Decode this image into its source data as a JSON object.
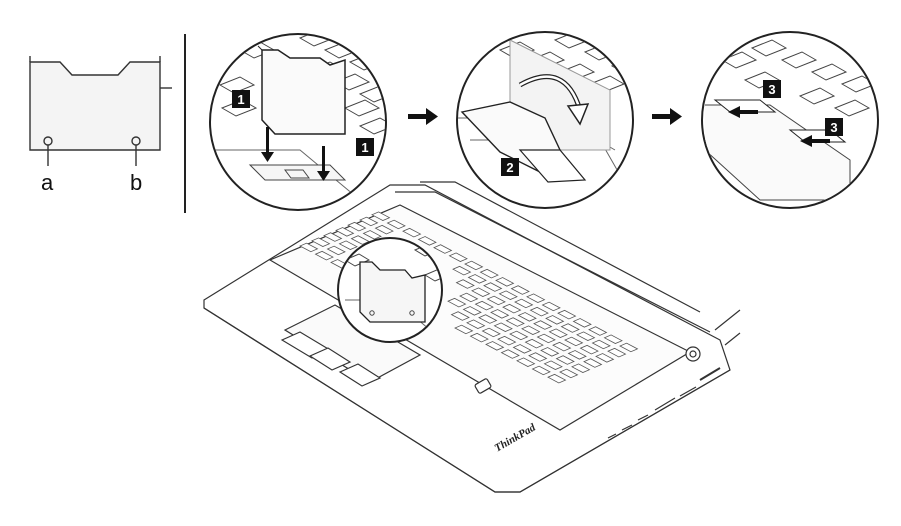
{
  "panel_left": {
    "label_a": "a",
    "label_b": "b"
  },
  "steps": {
    "step1_a": "1",
    "step1_b": "1",
    "step2": "2",
    "step3_a": "3",
    "step3_b": "3"
  },
  "laptop": {
    "brand_logo_text": "ThinkPad"
  },
  "icons": [
    "arrow-right-icon",
    "rotate-arrow-icon",
    "down-arrow-icon"
  ],
  "colors": {
    "line": "#222222",
    "step_badge": "#111111",
    "background": "#ffffff"
  }
}
